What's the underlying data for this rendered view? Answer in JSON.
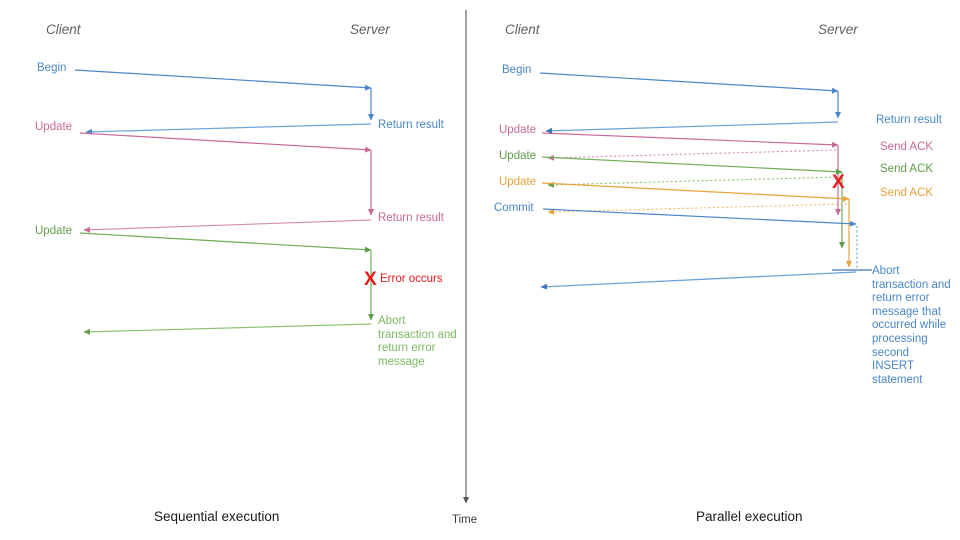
{
  "figure": {
    "title": "Sequential vs parallel transaction execution sequence diagram",
    "time_axis_label": "Time"
  },
  "colors": {
    "blue": "#4a86c8",
    "blue_dark": "#3a76b8",
    "pink": "#c9699a",
    "green": "#5e9e4a",
    "green_light": "#86c06c",
    "orange": "#e8a33d",
    "red": "#e8191b",
    "gray": "#5f5f5f",
    "axis": "#555555",
    "black": "#1a1a1a"
  },
  "left_panel": {
    "caption": "Sequential execution",
    "actors": {
      "client": "Client",
      "server": "Server"
    },
    "client_labels": [
      {
        "text": "Begin",
        "color": "#4a86c8"
      },
      {
        "text": "Update",
        "color": "#c9699a"
      },
      {
        "text": "Update",
        "color": "#5e9e4a"
      }
    ],
    "server_labels": [
      {
        "text": "Return result",
        "color": "#4a86c8"
      },
      {
        "text": "Return result",
        "color": "#c9699a"
      },
      {
        "text": "Error occurs",
        "color": "#e8191b"
      },
      {
        "text": "Abort transaction and return error message",
        "color": "#5e9e4a"
      }
    ],
    "error_marker": "X"
  },
  "right_panel": {
    "caption": "Parallel execution",
    "actors": {
      "client": "Client",
      "server": "Server"
    },
    "client_labels": [
      {
        "text": "Begin",
        "color": "#4a86c8"
      },
      {
        "text": "Update",
        "color": "#c9699a"
      },
      {
        "text": "Update",
        "color": "#5e9e4a"
      },
      {
        "text": "Update",
        "color": "#e8a33d"
      },
      {
        "text": "Commit",
        "color": "#4a86c8"
      }
    ],
    "server_labels": [
      {
        "text": "Return result",
        "color": "#4a86c8"
      },
      {
        "text": "Send ACK",
        "color": "#c9699a"
      },
      {
        "text": "Send ACK",
        "color": "#5e9e4a"
      },
      {
        "text": "Send ACK",
        "color": "#e8a33d"
      },
      {
        "text": "Abort transaction and return error message that occurred while processing second INSERT statement",
        "color": "#4a86c8"
      }
    ],
    "error_marker": "X"
  }
}
